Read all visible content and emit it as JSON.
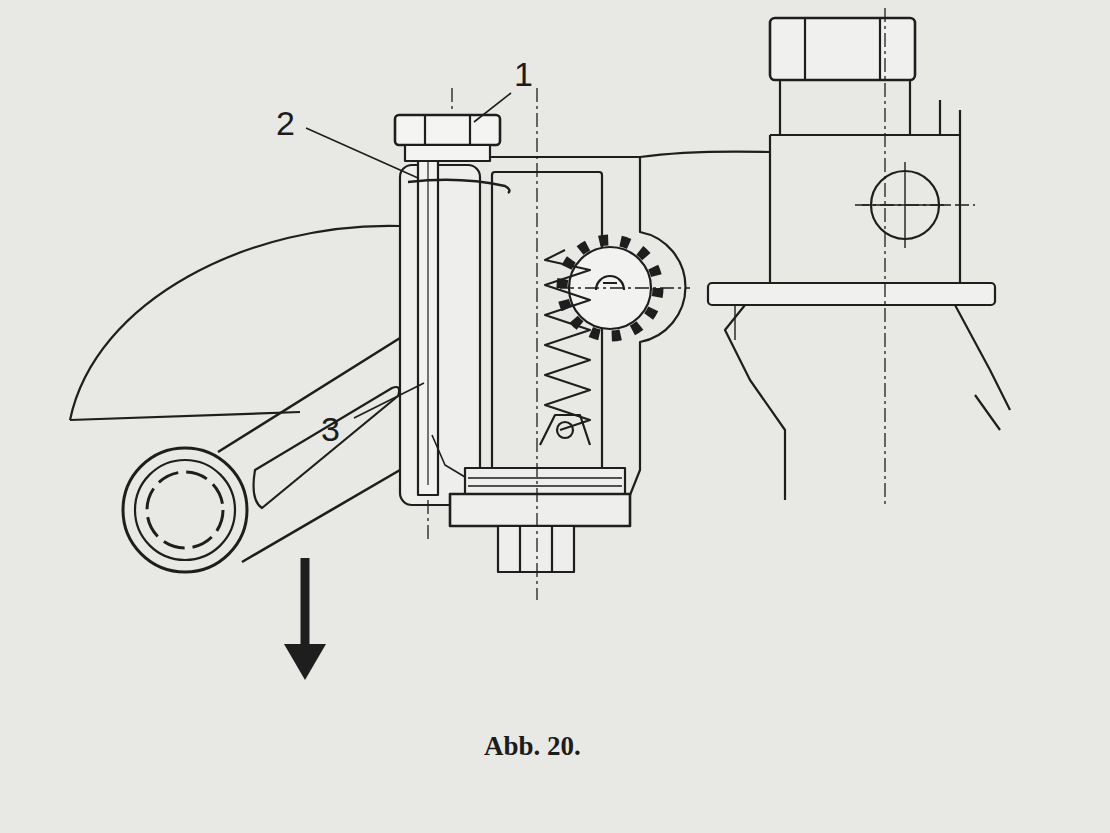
{
  "diagram": {
    "caption": "Abb. 20.",
    "labels": [
      "1",
      "2",
      "3"
    ]
  }
}
